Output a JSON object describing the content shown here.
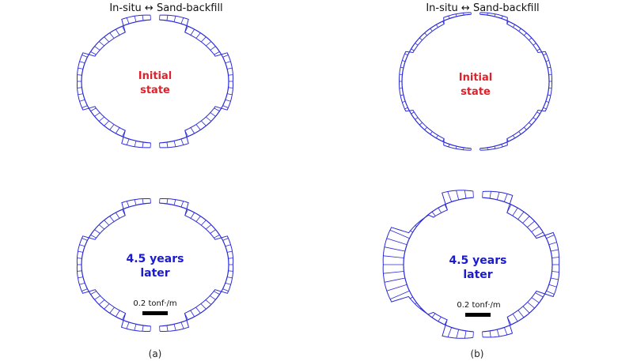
{
  "colors": {
    "diagram_line": "#2a2ad8",
    "initial_text": "#e0202a",
    "later_text": "#1a1ad0",
    "scale_bar": "#000000"
  },
  "panels": [
    {
      "id": "a",
      "label": "(a)",
      "header": "In-situ ↔ Sand-backfill",
      "diagrams": [
        {
          "id": "a-initial",
          "state_lines": [
            "Initial",
            "state"
          ],
          "state_color": "red",
          "profile": {
            "side": 0.55,
            "diag": 0.62,
            "crown": 0.55,
            "invert": 0.55,
            "phase": 0
          },
          "scale": null
        },
        {
          "id": "a-later",
          "state_lines": [
            "4.5 years",
            "later"
          ],
          "state_color": "blue",
          "profile": {
            "side": 0.55,
            "diag": 0.72,
            "crown": 0.5,
            "invert": 0.6,
            "phase": 0
          },
          "scale": "0.2 tonf·/m"
        }
      ]
    },
    {
      "id": "b",
      "label": "(b)",
      "header": "In-situ ↔ Sand-backfill",
      "diagrams": [
        {
          "id": "b-initial",
          "state_lines": [
            "Initial",
            "state"
          ],
          "state_color": "red",
          "profile": {
            "side": 0.35,
            "diag": 0.3,
            "crown": 0.2,
            "invert": 0.2,
            "phase": 0
          },
          "scale": null
        },
        {
          "id": "b-later",
          "state_lines": [
            "4.5 years",
            "later"
          ],
          "state_color": "blue",
          "profile": {
            "side": 1.0,
            "diag": 0.9,
            "crown": 0.8,
            "invert": 0.7,
            "phase": 1
          },
          "scale": "0.2 tonf·/m"
        }
      ]
    }
  ]
}
